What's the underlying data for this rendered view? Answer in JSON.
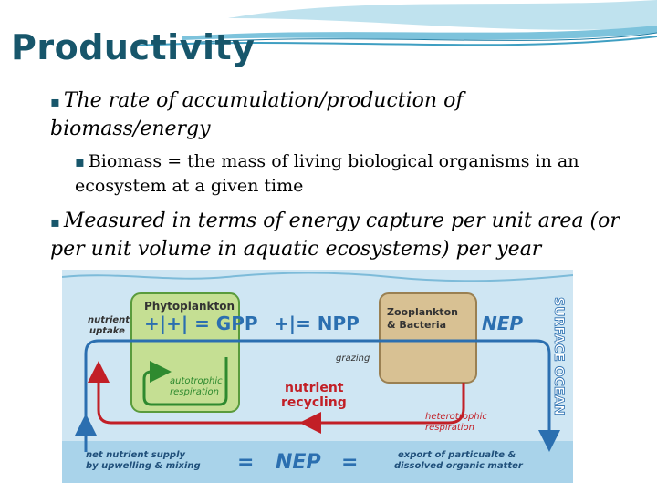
{
  "slide": {
    "title": "Productivity",
    "bullet_marker": "▪",
    "bullet1": "The rate of accumulation/production of biomass/energy",
    "bullet2": "Biomass = the mass of living biological organisms in an ecosystem at a given time",
    "bullet3": "Measured in terms of energy capture per unit area (or per unit volume in aquatic ecosystems) per year"
  },
  "diagram": {
    "phytoplankton": "Phytoplankton",
    "nutrient_uptake_1": "nutrient",
    "nutrient_uptake_2": "uptake",
    "gpp_eq": "+|+| = GPP",
    "npp_eq": "+|= NPP",
    "zooplankton_1": "Zooplankton",
    "zooplankton_2": "& Bacteria",
    "nep_top": "NEP",
    "surface_ocean": "SURFACE OCEAN",
    "grazing": "grazing",
    "autotrophic_1": "autotrophic",
    "autotrophic_2": "respiration",
    "nutrient_recycling_1": "nutrient",
    "nutrient_recycling_2": "recycling",
    "heterotrophic_1": "heterotrophic",
    "heterotrophic_2": "respiration",
    "net_supply_1": "net nutrient supply",
    "net_supply_2": "by upwelling & mixing",
    "eq1": "=",
    "nep_bottom": "NEP",
    "eq2": "=",
    "export_1": "export of particualte &",
    "export_2": "dissolved organic matter",
    "colors": {
      "water": "#cfe6f3",
      "bottom_band": "#a9d3ea",
      "phyto_fill": "#c5df93",
      "phyto_stroke": "#5a9b3c",
      "zoo_fill": "#d8c193",
      "zoo_stroke": "#9a8052",
      "blue": "#2b6fb0",
      "red": "#c21f26",
      "green": "#2f8a2f"
    }
  }
}
